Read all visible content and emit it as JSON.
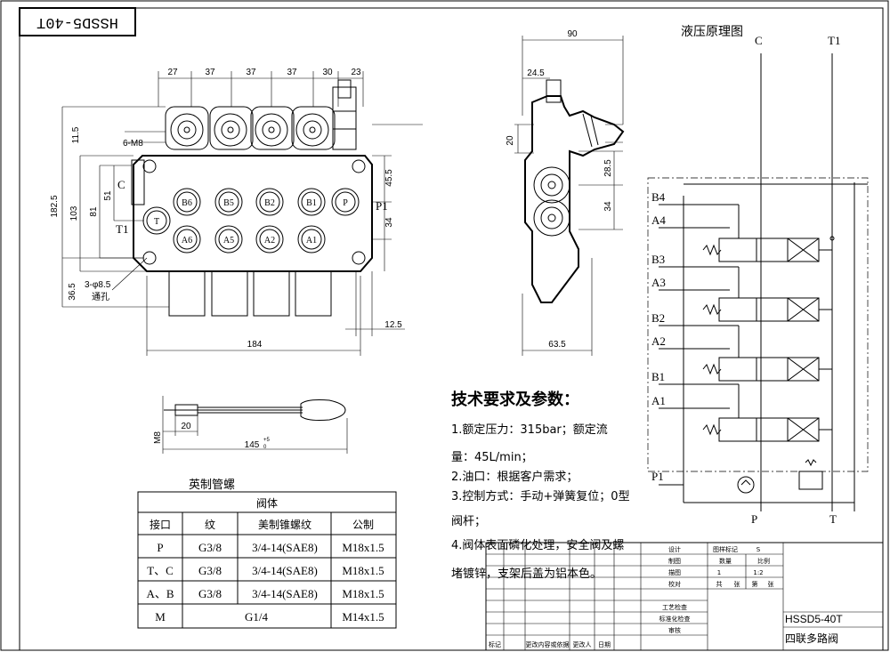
{
  "title_box": "HSSD5-40T",
  "front_view": {
    "dims_top": [
      "27",
      "37",
      "37",
      "37",
      "30",
      "23"
    ],
    "dim_6m8": "6-M8",
    "dim_11_5": "11.5",
    "dim_182_5": "182.5",
    "dim_103": "103",
    "dim_81": "81",
    "dim_51": "51",
    "dim_36_5": "36.5",
    "dim_45_5": "45.5",
    "dim_34": "34",
    "dim_12_5": "12.5",
    "dim_184": "184",
    "hole_note": "3-φ8.5",
    "hole_note2": "通孔",
    "label_C": "C",
    "label_T1": "T1",
    "label_P1": "P1",
    "ports_top": [
      "B6",
      "B5",
      "B2",
      "B1",
      "P"
    ],
    "ports_bottom": [
      "A6",
      "A5",
      "A2",
      "A1"
    ],
    "port_T": "T"
  },
  "side_view": {
    "dim_90": "90",
    "dim_24_5": "24.5",
    "dim_20": "20",
    "dim_28_5": "28.5",
    "dim_34": "34",
    "dim_63_5": "63.5"
  },
  "handle": {
    "dim_m8": "M8",
    "dim_20": "20",
    "dim_145": "145",
    "dim_145_tol_upper": "+5",
    "dim_145_tol_lower": "0"
  },
  "hydraulic": {
    "title": "液压原理图",
    "label_C": "C",
    "label_T1": "T1",
    "ports": [
      "B4",
      "A4",
      "B3",
      "A3",
      "B2",
      "A2",
      "B1",
      "A1"
    ],
    "label_P1": "P1",
    "label_P": "P",
    "label_T": "T"
  },
  "tech": {
    "heading": "技术要求及参数：",
    "lines": [
      "1.额定压力：315bar；额定流",
      "量：45L/min；",
      "2.油口：根据客户需求；",
      "3.控制方式：手动+弹簧复位；0型",
      "阀杆；",
      "4.阀体表面磷化处理，安全阀及螺",
      "堵镀锌，支架后盖为铝本色。"
    ]
  },
  "pipe_table": {
    "title": "英制管螺",
    "group_header": "阀体",
    "headers": [
      "接口",
      "纹",
      "美制锥螺纹",
      "公制"
    ],
    "rows": [
      [
        "P",
        "G3/8",
        "3/4-14(SAE8)",
        "M18x1.5"
      ],
      [
        "T、C",
        "G3/8",
        "3/4-14(SAE8)",
        "M18x1.5"
      ],
      [
        "A、B",
        "G3/8",
        "3/4-14(SAE8)",
        "M18x1.5"
      ]
    ],
    "last_row": [
      "M",
      "G1/4",
      "M14x1.5"
    ]
  },
  "title_block": {
    "left_rows": [
      "设计",
      "制图",
      "描图",
      "校对",
      "工艺检查",
      "标准化检查",
      "审核"
    ],
    "footer": [
      "标记",
      "更改内容或依据",
      "更改人",
      "日期"
    ],
    "right_head": [
      "图样标记",
      "S"
    ],
    "qty_head": [
      "数量",
      "比例"
    ],
    "qty_vals": [
      "1",
      "1:2"
    ],
    "sheet": [
      "共",
      "张",
      "第",
      "张"
    ],
    "model": "HSSD5-40T",
    "name": "四联多路阀"
  }
}
